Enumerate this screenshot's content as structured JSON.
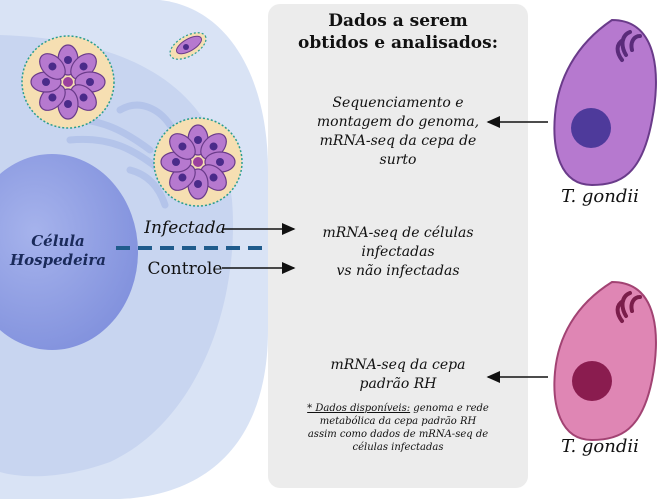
{
  "cell": {
    "label_line1": "Célula",
    "label_line2": "Hospedeira",
    "infected_label": "Infectada",
    "control_label": "Controle"
  },
  "panel": {
    "title_line1": "Dados a serem",
    "title_line2": "obtidos e analisados:",
    "item1": [
      "Sequenciamento e",
      "montagem do genoma,",
      "mRNA-seq da cepa de",
      "surto"
    ],
    "item2": [
      "mRNA-seq de células",
      "infectadas",
      "vs não infectadas"
    ],
    "item3": [
      "mRNA-seq da cepa",
      "padrão RH"
    ],
    "note_label": "* Dados disponíveis:",
    "note_rest": " genoma e rede",
    "note_lines": [
      "metabólica da cepa padrão RH",
      "assim como dados de mRNA-seq de",
      "células infectadas"
    ]
  },
  "parasites": {
    "top_label": "T. gondii",
    "bottom_label": "T. gondii"
  },
  "colors": {
    "cell_outer": "#d9e3f5",
    "cell_inner": "#c5d3ef",
    "nucleus": "#8f9fe3",
    "parasite_top": "#b679cf",
    "parasite_bottom": "#df86b4",
    "dash": "#1f5b8c"
  }
}
